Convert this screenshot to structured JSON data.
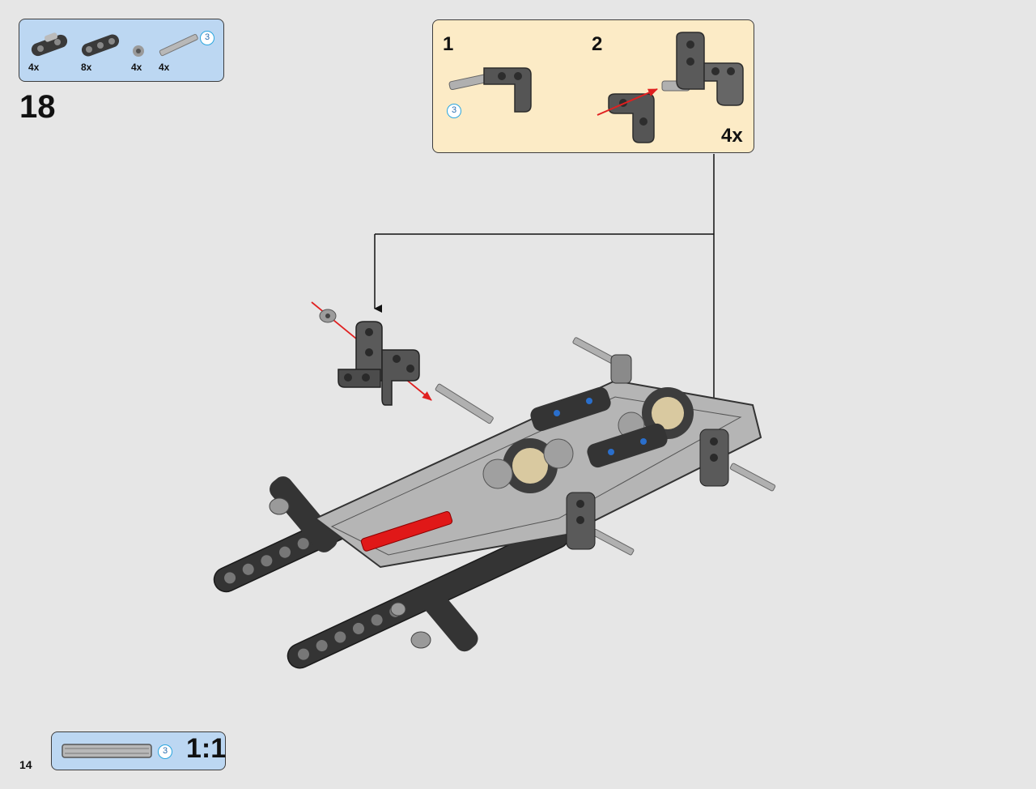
{
  "parts_list": {
    "items": [
      {
        "qty": "4x",
        "icon": "beam-1x2-dark"
      },
      {
        "qty": "8x",
        "icon": "beam-1x3-dark"
      },
      {
        "qty": "4x",
        "icon": "bush"
      },
      {
        "qty": "4x",
        "icon": "axle-3"
      }
    ],
    "axle_length": "3"
  },
  "step": {
    "number": "18"
  },
  "sub_assembly": {
    "steps": [
      {
        "number": "1"
      },
      {
        "number": "2"
      }
    ],
    "axle_length": "3",
    "multiplier": "4x"
  },
  "scale": {
    "axle_length": "3",
    "label": "1:1"
  },
  "page": {
    "number": "14"
  },
  "colors": {
    "parts_bg": "#bcd7f2",
    "sub_bg": "#fcebc6",
    "page_bg": "#e6e6e6",
    "arrow_red": "#e02020",
    "beam_dark": "#3a3a3a",
    "beam_light": "#a8a8a8",
    "highlight_red": "#e01818",
    "gear_tan": "#d9c9a0"
  }
}
